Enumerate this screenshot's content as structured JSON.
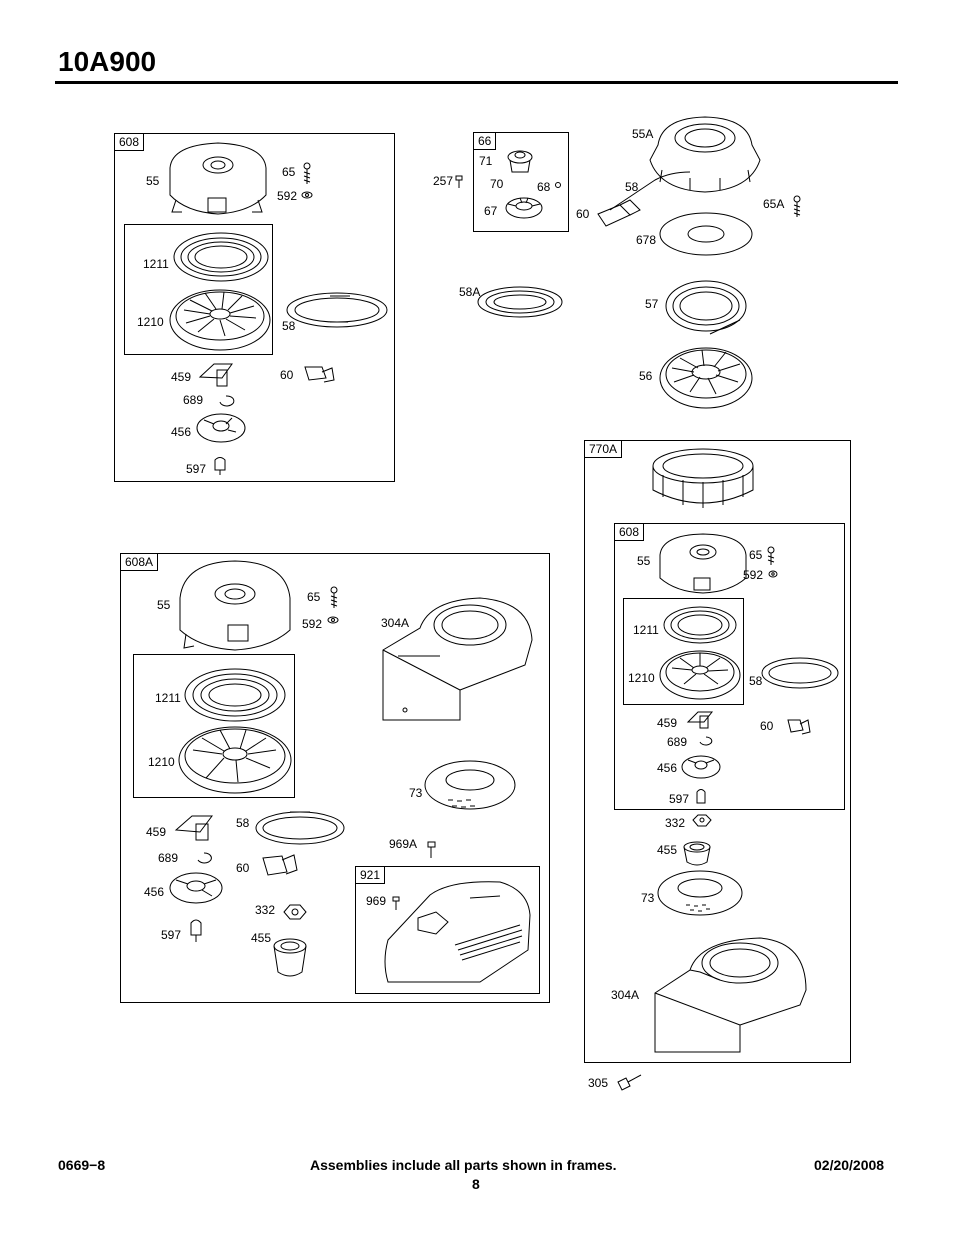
{
  "header": {
    "title": "10A900"
  },
  "footer": {
    "left": "0669−8",
    "center": "Assemblies include all parts shown in frames.",
    "page": "8",
    "right": "02/20/2008"
  },
  "frames": {
    "f608_top": "608",
    "f66": "66",
    "f608a": "608A",
    "f921": "921",
    "f770a": "770A",
    "f608_right": "608"
  },
  "labels": {
    "a55": "55",
    "a65": "65",
    "a592": "592",
    "a1211": "1211",
    "a1210": "1210",
    "a58": "58",
    "a459": "459",
    "a60": "60",
    "a689": "689",
    "a456": "456",
    "a597": "597",
    "b71": "71",
    "b70": "70",
    "b68": "68",
    "b67": "67",
    "b257": "257",
    "c55a": "55A",
    "c58": "58",
    "c60": "60",
    "c65a": "65A",
    "c678": "678",
    "c58a": "58A",
    "c57": "57",
    "c56": "56",
    "d55": "55",
    "d65": "65",
    "d592": "592",
    "d304a": "304A",
    "d1211": "1211",
    "d1210": "1210",
    "d73": "73",
    "d459": "459",
    "d58": "58",
    "d689": "689",
    "d60": "60",
    "d969a": "969A",
    "d456": "456",
    "d332": "332",
    "d597": "597",
    "d455": "455",
    "d969": "969",
    "e55": "55",
    "e65": "65",
    "e592": "592",
    "e1211": "1211",
    "e1210": "1210",
    "e58": "58",
    "e459": "459",
    "e60": "60",
    "e689": "689",
    "e456": "456",
    "e597": "597",
    "e332": "332",
    "e455": "455",
    "e73": "73",
    "e304a": "304A",
    "e305": "305"
  }
}
